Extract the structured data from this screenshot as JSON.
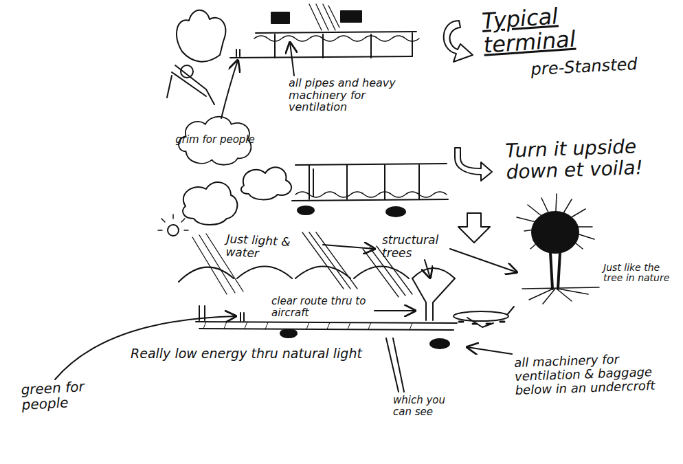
{
  "diagram": {
    "title": "Typical terminal",
    "nodes": [
      {
        "text": [
          "grim for people"
        ]
      }
    ],
    "labels": [
      "pre-Stansted",
      "all pipes and heavy machinery for ventilation",
      "Turn it upside down et voila!",
      "Just light & water",
      "structural trees",
      "Just like the tree in nature",
      "clear route thru to aircraft",
      "green for people",
      "Really low energy thru natural light",
      "which you can see",
      "all machinery for ventilation & baggage below in an undercroft"
    ]
  }
}
